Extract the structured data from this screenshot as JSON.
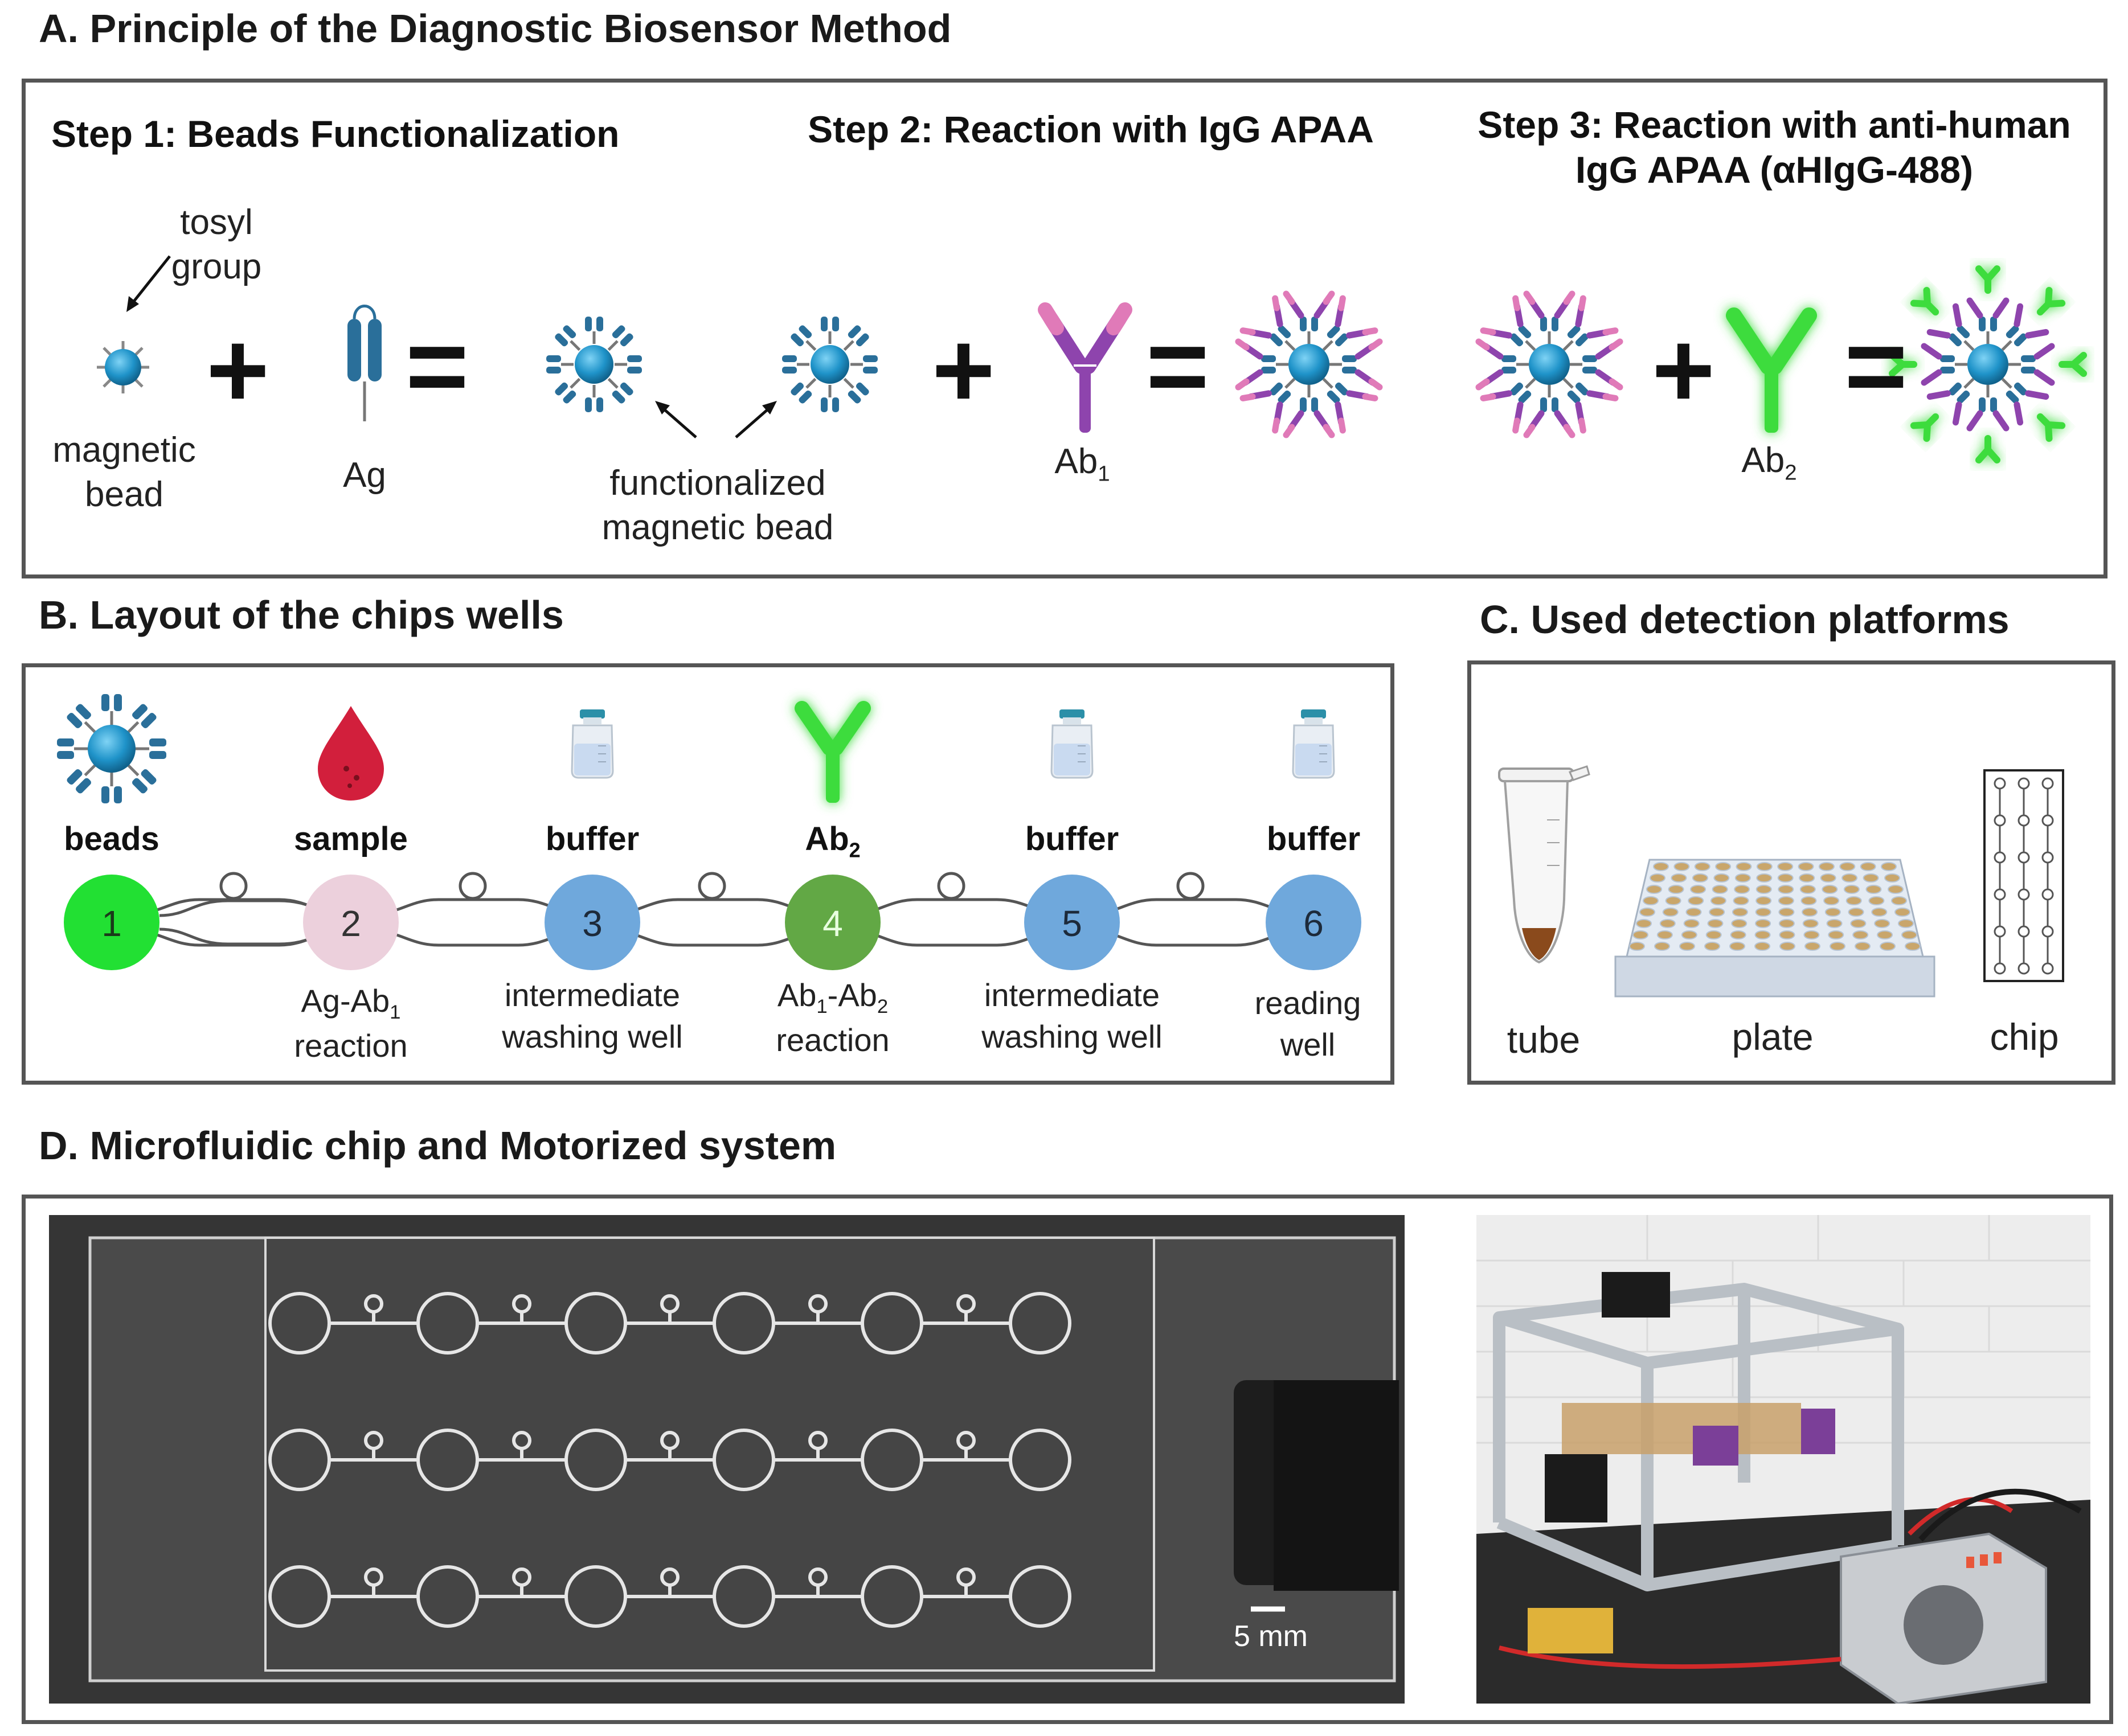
{
  "sectionA": {
    "title": "A. Principle of the Diagnostic Biosensor Method",
    "step1_title": "Step 1: Beads Functionalization",
    "step2_title": "Step 2: Reaction with IgG APAA",
    "step3_title_line1": "Step 3: Reaction with anti-human",
    "step3_title_line2": "IgG APAA (αHIgG-488)",
    "tosyl_line1": "tosyl",
    "tosyl_line2": "group",
    "bead_line1": "magnetic",
    "bead_line2": "bead",
    "ag": "Ag",
    "func_line1": "functionalized",
    "func_line2": "magnetic bead",
    "ab1": "Ab",
    "ab1_sub": "1",
    "ab2": "Ab",
    "ab2_sub": "2",
    "plus": "+",
    "equals": "="
  },
  "sectionB": {
    "title": "B. Layout of the chips wells",
    "wells": [
      {
        "number": "1",
        "top": "beads",
        "top_sub": "",
        "bottom1": "",
        "bottom1_sub": "",
        "bottom1_tail": "",
        "bottom2": "",
        "color": "#22e033"
      },
      {
        "number": "2",
        "top": "sample",
        "top_sub": "",
        "bottom1": "Ag-Ab",
        "bottom1_sub": "1",
        "bottom1_tail": "",
        "bottom2": "reaction",
        "color": "#ecd0dc"
      },
      {
        "number": "3",
        "top": "buffer",
        "top_sub": "",
        "bottom1": "intermediate",
        "bottom1_sub": "",
        "bottom1_tail": "",
        "bottom2": "washing well",
        "color": "#6fa8dc"
      },
      {
        "number": "4",
        "top": "Ab",
        "top_sub": "2",
        "bottom1": "Ab",
        "bottom1_sub": "1",
        "bottom1_tail": "-Ab",
        "bottom1_tail_sub": "2",
        "bottom2": "reaction",
        "color": "#62a845"
      },
      {
        "number": "5",
        "top": "buffer",
        "top_sub": "",
        "bottom1": "intermediate",
        "bottom1_sub": "",
        "bottom1_tail": "",
        "bottom2": "washing well",
        "color": "#6fa8dc"
      },
      {
        "number": "6",
        "top": "buffer",
        "top_sub": "",
        "bottom1": "reading",
        "bottom1_sub": "",
        "bottom1_tail": "",
        "bottom2": "well",
        "color": "#6fa8dc"
      }
    ]
  },
  "sectionC": {
    "title": "C. Used detection platforms",
    "tube": "tube",
    "plate": "plate",
    "chip": "chip"
  },
  "sectionD": {
    "title": "D. Microfluidic chip and Motorized system",
    "scale_label": "5 mm"
  },
  "colors": {
    "bead": "#1f93c9",
    "antigen": "#2a6f9a",
    "ab1": "#8e44ad",
    "ab1_tip": "#d46aa8",
    "ab2": "#3ddc3d",
    "panel_border": "#555555"
  }
}
